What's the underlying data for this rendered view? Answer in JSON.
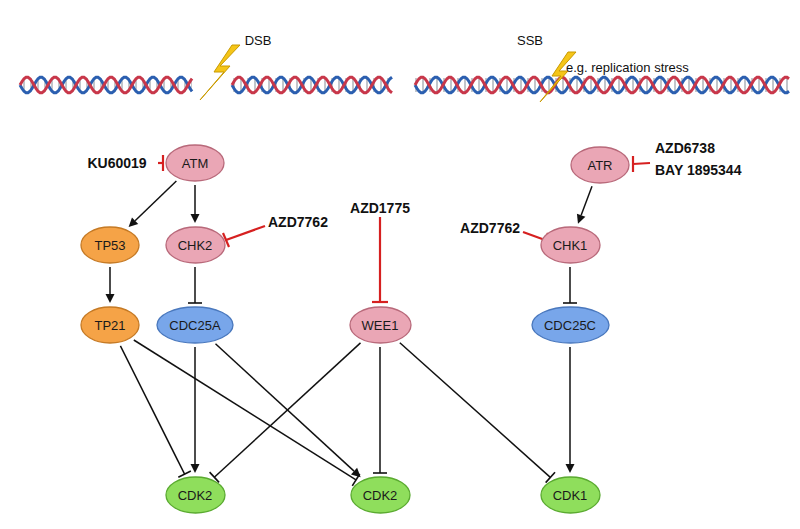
{
  "diagram": {
    "nodes": [
      {
        "text": [
          "ATM"
        ]
      },
      {
        "text": [
          "TP53"
        ]
      },
      {
        "text": [
          "CHK2"
        ]
      },
      {
        "text": [
          "TP21"
        ]
      },
      {
        "text": [
          "CDC25A"
        ]
      },
      {
        "text": [
          "WEE1"
        ]
      },
      {
        "text": [
          "ATR"
        ]
      },
      {
        "text": [
          "CHK1"
        ]
      },
      {
        "text": [
          "CDC25C"
        ]
      },
      {
        "text": [
          "CDK2"
        ]
      },
      {
        "text": [
          "CDK2"
        ]
      },
      {
        "text": [
          "CDK1"
        ]
      }
    ],
    "edges": [
      {
        "from": 0,
        "to": 1,
        "arrow": "to"
      },
      {
        "from": 0,
        "to": 2,
        "arrow": "to"
      },
      {
        "from": 1,
        "to": 3,
        "arrow": "to"
      },
      {
        "from": 2,
        "to": 4,
        "arrow": "to"
      },
      {
        "from": 6,
        "to": 7,
        "arrow": "to"
      },
      {
        "from": 7,
        "to": 8,
        "arrow": "to"
      },
      {
        "from": 3,
        "to": 9,
        "arrow": "to"
      },
      {
        "from": 3,
        "to": 10,
        "arrow": "to"
      },
      {
        "from": 4,
        "to": 9,
        "arrow": "to"
      },
      {
        "from": 4,
        "to": 10,
        "arrow": "to"
      },
      {
        "from": 5,
        "to": 9,
        "arrow": "to"
      },
      {
        "from": 5,
        "to": 10,
        "arrow": "to"
      },
      {
        "from": 5,
        "to": 11,
        "arrow": "to"
      },
      {
        "from": 8,
        "to": 11,
        "arrow": "to"
      }
    ],
    "labels": [
      "DSB",
      "SSB",
      "e.g. replication stress",
      "KU60019",
      "AZD7762",
      "AZD1775",
      "AZD6738",
      "BAY 1895344",
      "AZD7762"
    ]
  }
}
